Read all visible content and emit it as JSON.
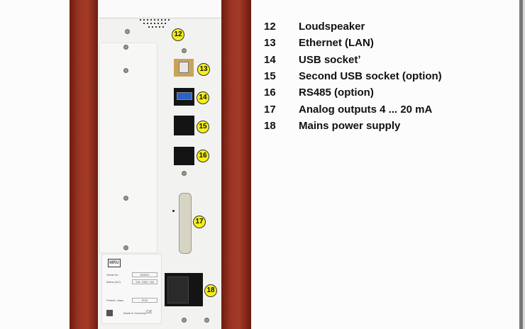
{
  "device_photo": {
    "callouts": [
      "12",
      "13",
      "14",
      "15",
      "16",
      "17",
      "18"
    ],
    "label_plate": {
      "brand_logo": "MRU",
      "serial_label": "Serial No.",
      "serial_value": "063001",
      "mains_label": "Mains (AC)",
      "mains_value": "115..230V / 8A",
      "protect_label": "Protect. class",
      "protect_value": "IP20",
      "origin": "Made in Germany",
      "marks": "CE"
    }
  },
  "legend": [
    {
      "num": "12",
      "label": "Loudspeaker"
    },
    {
      "num": "13",
      "label": "Ethernet (LAN)"
    },
    {
      "num": "14",
      "label": "USB socketʼ"
    },
    {
      "num": "15",
      "label": "Second USB socket (option)"
    },
    {
      "num": "16",
      "label": "RS485 (option)"
    },
    {
      "num": "17",
      "label": "Analog outputs 4 ... 20 mA"
    },
    {
      "num": "18",
      "label": "Mains power supply"
    }
  ]
}
